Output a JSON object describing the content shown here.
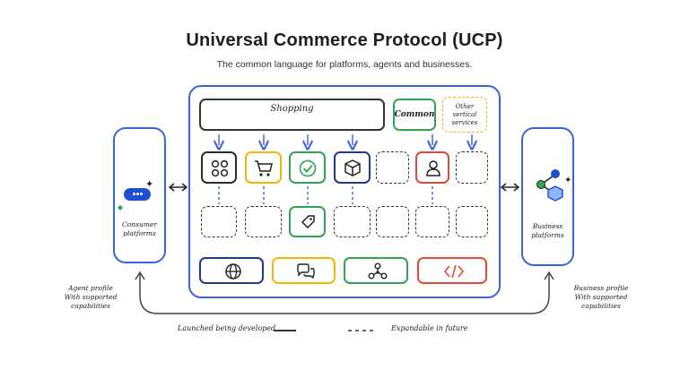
{
  "header": {
    "title": "Universal Commerce Protocol (UCP)",
    "subtitle": "The common language for platforms, agents and businesses."
  },
  "top_row": {
    "shopping": "Shopping",
    "common": "Common",
    "other_vertical": "Other vertical services"
  },
  "consumer": {
    "label_line1": "Consumer",
    "label_line2": "platforms"
  },
  "business": {
    "label_line1": "Business",
    "label_line2": "platforms"
  },
  "left_note": {
    "line1": "Agent profile",
    "line2": "With supported",
    "line3": "capabilities"
  },
  "right_note": {
    "line1": "Business profile",
    "line2": "With supported",
    "line3": "capabilities"
  },
  "legend": {
    "solid_label": "Launched being developed",
    "dashed_label": "Expandable in future"
  },
  "capability_icons": [
    "grid-icon",
    "cart-icon",
    "check-badge-icon",
    "package-icon",
    "",
    "user-icon",
    ""
  ],
  "base_icons": [
    "globe-icon",
    "chat-icon",
    "network-icon",
    "code-icon"
  ],
  "colors": {
    "blue": "#3b63d9",
    "yellow": "#f2b705",
    "green": "#2ea44f",
    "red": "#e5483b",
    "navy": "#1f3a8a"
  }
}
